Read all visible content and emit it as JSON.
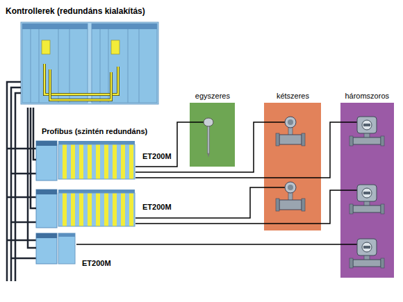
{
  "diagram": {
    "nodes": [
      {
        "text": [
          "Kontrollerek (redundáns kialakítás)"
        ]
      },
      {
        "text": [
          "egyszeres"
        ]
      },
      {
        "text": [
          "kétszeres"
        ]
      },
      {
        "text": [
          "háromszoros"
        ]
      },
      {
        "text": [
          "ET200M"
        ]
      },
      {
        "text": [
          "ET200M"
        ]
      },
      {
        "text": [
          "ET200M"
        ]
      }
    ],
    "edges": [
      {
        "from": 0,
        "to": 4,
        "arrow": "none"
      },
      {
        "from": 0,
        "to": 5,
        "arrow": "none"
      },
      {
        "from": 0,
        "to": 6,
        "arrow": "none"
      },
      {
        "from": 4,
        "to": 1,
        "arrow": "none"
      },
      {
        "from": 4,
        "to": 2,
        "arrow": "none"
      },
      {
        "from": 4,
        "to": 3,
        "arrow": "none"
      },
      {
        "from": 5,
        "to": 2,
        "arrow": "none"
      },
      {
        "from": 5,
        "to": 3,
        "arrow": "none"
      },
      {
        "from": 6,
        "to": 3,
        "arrow": "none"
      }
    ],
    "labels": [
      "Profibus (szintén redundáns)"
    ]
  }
}
